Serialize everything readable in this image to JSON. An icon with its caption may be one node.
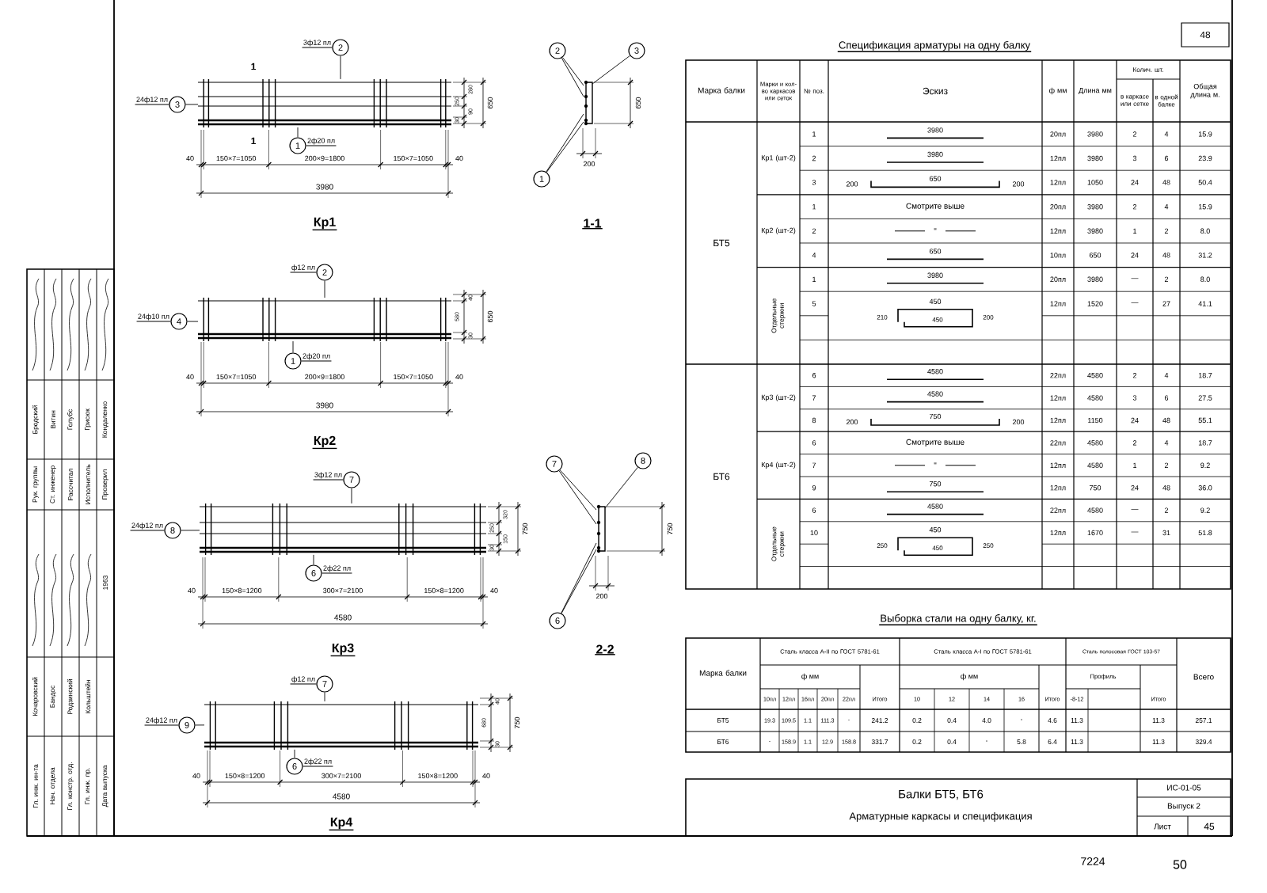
{
  "diagram": {
    "nodes": [
      {
        "text": [
          "2"
        ],
        "beside": [
          "3ф12 пл"
        ]
      },
      {
        "text": [
          "3"
        ],
        "beside": [
          "24ф12 пл"
        ]
      },
      {
        "text": [
          "1"
        ],
        "beside": [
          "2ф20 пл"
        ]
      },
      {
        "text": [
          "2"
        ]
      },
      {
        "text": [
          "3"
        ]
      },
      {
        "text": [
          "1"
        ]
      },
      {
        "text": [
          "2"
        ],
        "beside": [
          "ф12 пл"
        ]
      },
      {
        "text": [
          "4"
        ],
        "beside": [
          "24ф10 пл"
        ]
      },
      {
        "text": [
          "1"
        ],
        "beside": [
          "2ф20 пл"
        ]
      },
      {
        "text": [
          "7"
        ],
        "beside": [
          "3ф12 пл"
        ]
      },
      {
        "text": [
          "8"
        ],
        "beside": [
          "24ф12 пл"
        ]
      },
      {
        "text": [
          "6"
        ],
        "beside": [
          "2ф22 пл"
        ]
      },
      {
        "text": [
          "7"
        ]
      },
      {
        "text": [
          "8"
        ]
      },
      {
        "text": [
          "6"
        ]
      },
      {
        "text": [
          "7"
        ],
        "beside": [
          "ф12 пл"
        ]
      },
      {
        "text": [
          "9"
        ],
        "beside": [
          "24ф12 пл"
        ]
      },
      {
        "text": [
          "6"
        ],
        "beside": [
          "2ф22 пл"
        ]
      },
      {
        "text": [],
        "shape": "picture"
      },
      {
        "text": [],
        "shape": "bar"
      },
      {
        "text": [],
        "shape": "picture"
      },
      {
        "text": [],
        "shape": "picture"
      },
      {
        "text": [],
        "shape": "bar"
      },
      {
        "text": [],
        "shape": "picture"
      }
    ],
    "edges": [
      {
        "from": 0,
        "to": 18,
        "arrow": "none"
      },
      {
        "from": 1,
        "to": 18,
        "arrow": "none"
      },
      {
        "from": 2,
        "to": 18,
        "arrow": "none"
      },
      {
        "from": 3,
        "to": 19,
        "arrow": "none"
      },
      {
        "from": 3,
        "to": 19,
        "arrow": "none"
      },
      {
        "from": 4,
        "to": 19,
        "arrow": "none"
      },
      {
        "from": 5,
        "to": 19,
        "arrow": "none"
      },
      {
        "from": 5,
        "to": 19,
        "arrow": "none"
      },
      {
        "from": 6,
        "to": 20,
        "arrow": "none"
      },
      {
        "from": 7,
        "to": 20,
        "arrow": "none"
      },
      {
        "from": 8,
        "to": 20,
        "arrow": "none"
      },
      {
        "from": 9,
        "to": 21,
        "arrow": "none"
      },
      {
        "from": 10,
        "to": 21,
        "arrow": "none"
      },
      {
        "from": 11,
        "to": 21,
        "arrow": "none"
      },
      {
        "from": 12,
        "to": 22,
        "arrow": "none"
      },
      {
        "from": 12,
        "to": 22,
        "arrow": "none"
      },
      {
        "from": 13,
        "to": 22,
        "arrow": "none"
      },
      {
        "from": 14,
        "to": 22,
        "arrow": "none"
      },
      {
        "from": 14,
        "to": 22,
        "arrow": "none"
      },
      {
        "from": 15,
        "to": 23,
        "arrow": "none"
      },
      {
        "from": 16,
        "to": 23,
        "arrow": "none"
      },
      {
        "from": 17,
        "to": 23,
        "arrow": "none"
      }
    ],
    "labels": [
      "1",
      "1",
      "40",
      "150×7=1050",
      "200×9=1800",
      "150×7=1050",
      "40",
      "3980",
      "280",
      "250",
      "90",
      "30",
      "650",
      "Кр1",
      "650",
      "200",
      "1-1",
      "40",
      "150×7=1050",
      "200×9=1800",
      "150×7=1050",
      "40",
      "3980",
      "40",
      "580",
      "30",
      "650",
      "Кр2",
      "40",
      "150×8=1200",
      "300×7=2100",
      "150×8=1200",
      "40",
      "4580",
      "320",
      "250",
      "150",
      "30",
      "750",
      "Кр3",
      "750",
      "200",
      "2-2",
      "40",
      "150×8=1200",
      "300×7=2100",
      "150×8=1200",
      "40",
      "4580",
      "40",
      "680",
      "30",
      "750",
      "Кр4",
      "Спецификация арматуры на одну балку",
      "48",
      "Марка балки",
      "Марки и кол-во каркасов или сеток",
      "№ поз.",
      "Эскиз",
      "ф мм",
      "Длина мм",
      "Колич. шт.",
      "в каркасе или сетке",
      "в одной балке",
      "Общая длина м.",
      "БТ5",
      "Кр1 (шт-2)",
      "1",
      "3980",
      "20пл",
      "3980",
      "2",
      "4",
      "15.9",
      "2",
      "3980",
      "12пл",
      "3980",
      "3",
      "6",
      "23.9",
      "3",
      "200",
      "650",
      "200",
      "12пл",
      "1050",
      "24",
      "48",
      "50.4",
      "Кр2 (шт-2)",
      "1",
      "Смотрите выше",
      "20пл",
      "3980",
      "2",
      "4",
      "15.9",
      "2",
      "\"",
      "12пл",
      "3980",
      "1",
      "2",
      "8.0",
      "4",
      "650",
      "10пл",
      "650",
      "24",
      "48",
      "31.2",
      "Отдельные стержни",
      "1",
      "3980",
      "20пл",
      "3980",
      "—",
      "2",
      "8.0",
      "5",
      "450",
      "210",
      "450",
      "200",
      "12пл",
      "1520",
      "—",
      "27",
      "41.1",
      "БТ6",
      "Кр3 (шт-2)",
      "6",
      "4580",
      "22пл",
      "4580",
      "2",
      "4",
      "18.7",
      "7",
      "4580",
      "12пл",
      "4580",
      "3",
      "6",
      "27.5",
      "8",
      "200",
      "750",
      "200",
      "12пл",
      "1150",
      "24",
      "48",
      "55.1",
      "Кр4 (шт-2)",
      "6",
      "Смотрите выше",
      "22пл",
      "4580",
      "2",
      "4",
      "18.7",
      "7",
      "\"",
      "12пл",
      "4580",
      "1",
      "2",
      "9.2",
      "9",
      "750",
      "12пл",
      "750",
      "24",
      "48",
      "36.0",
      "Отдельные стержни",
      "6",
      "4580",
      "22пл",
      "4580",
      "—",
      "2",
      "9.2",
      "10",
      "450",
      "250",
      "450",
      "250",
      "12пл",
      "1670",
      "—",
      "31",
      "51.8",
      "Выборка стали на одну балку, кг.",
      "Марка балки",
      "Сталь класса А-II по ГОСТ 5781-61",
      "Сталь класса А-I по ГОСТ 5781-61",
      "Сталь полосовая ГОСТ 103-57",
      "ф мм",
      "ф мм",
      "Профиль",
      "Всего",
      "10пл",
      "12пл",
      "16пл",
      "20пл",
      "22пл",
      "Итого",
      "10",
      "12",
      "14",
      "16",
      "Итого",
      "-8-12",
      "Итого",
      "БТ5",
      "19.3",
      "109.5",
      "1.1",
      "111.3",
      "-",
      "241.2",
      "0.2",
      "0.4",
      "4.0",
      "-",
      "4.6",
      "11.3",
      "11.3",
      "257.1",
      "БТ6",
      "-",
      "158.9",
      "1.1",
      "12.9",
      "158.8",
      "331.7",
      "0.2",
      "0.4",
      "-",
      "5.8",
      "6.4",
      "11.3",
      "11.3",
      "329.4",
      "ИС-01-05",
      "Балки БТ5, БТ6",
      "Выпуск 2",
      "Арматурные каркасы и спецификация",
      "Лист",
      "45",
      "7224",
      "50",
      "Бродский",
      "Витин",
      "Голубс",
      "Грисюк",
      "Кондаленко",
      "Рук. группы",
      "Ст. инженер",
      "Рассчитал",
      "Исполнитель",
      "Проверил",
      "1963",
      "Кочаровский",
      "Бандос",
      "Родзинский",
      "Кольштейн",
      "Гл. инж. ин-та",
      "Нач. отдела",
      "Гл. констр. отд.",
      "Гл. инж. пр.",
      "Дата выпуска"
    ]
  }
}
